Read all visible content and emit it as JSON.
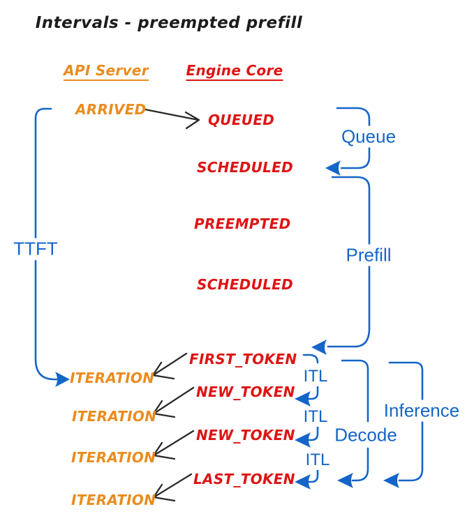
{
  "title": "Intervals - preempted prefill",
  "headers": {
    "api": "API Server",
    "engine": "Engine Core"
  },
  "events": {
    "arrived": "ARRIVED",
    "queued": "QUEUED",
    "scheduled1": "SCHEDULED",
    "preempted": "PREEMPTED",
    "scheduled2": "SCHEDULED",
    "first_token": "FIRST_TOKEN",
    "new_token1": "NEW_TOKEN",
    "new_token2": "NEW_TOKEN",
    "last_token": "LAST_TOKEN",
    "iteration1": "ITERATION",
    "iteration2": "ITERATION",
    "iteration3": "ITERATION",
    "iteration4": "ITERATION"
  },
  "intervals": {
    "ttft": "TTFT",
    "queue": "Queue",
    "prefill": "Prefill",
    "itl1": "ITL",
    "itl2": "ITL",
    "itl3": "ITL",
    "decode": "Decode",
    "inference": "Inference"
  },
  "colors": {
    "api_server": "#EA8C1E",
    "engine_core": "#DE1414",
    "interval": "#1565C8",
    "connector": "#2A2A2A",
    "background": "#FFFFFF"
  }
}
